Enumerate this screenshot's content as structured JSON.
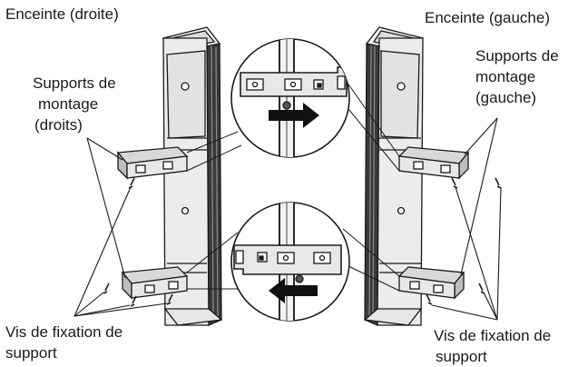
{
  "labels": {
    "speaker_right": "Enceinte (droite)",
    "speaker_left": "Enceinte (gauche)",
    "brackets_right": [
      "Supports de",
      "montage",
      "(droits)"
    ],
    "brackets_left": [
      "Supports de",
      "montage",
      "(gauche)"
    ],
    "screws_right": [
      "Vis de fixation de",
      "support"
    ],
    "screws_left": [
      "Vis de fixation de",
      "support"
    ]
  },
  "colors": {
    "line": "#1a1a1a",
    "speaker_face": "#ececec",
    "speaker_side": "#3a3a3a",
    "arrow": "#111111"
  }
}
